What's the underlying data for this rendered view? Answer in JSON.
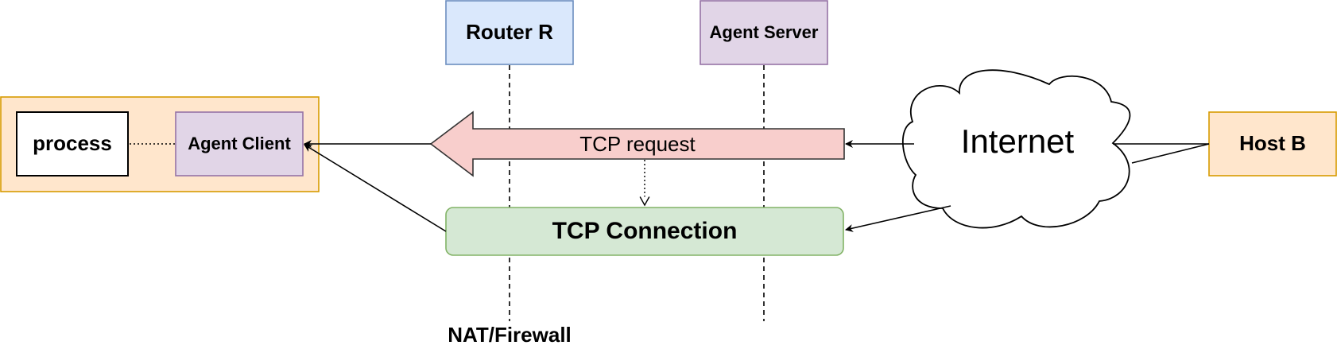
{
  "nodes": {
    "router": {
      "label": "Router R"
    },
    "agent_server": {
      "label": "Agent Server"
    },
    "process": {
      "label": "process"
    },
    "agent_client": {
      "label": "Agent Client"
    },
    "tcp_request": {
      "label": "TCP request"
    },
    "tcp_connection": {
      "label": "TCP Connection"
    },
    "internet": {
      "label": "Internet"
    },
    "host_b": {
      "label": "Host B"
    },
    "nat_firewall": {
      "label": "NAT/Firewall"
    }
  },
  "colors": {
    "router_fill": "#dae8fc",
    "router_stroke": "#6c8ebf",
    "agent_fill": "#e1d5e7",
    "agent_stroke": "#9673a6",
    "host_fill": "#ffe6cc",
    "host_stroke": "#d79b00",
    "request_fill": "#f8cecc",
    "connection_fill": "#d5e8d4",
    "connection_stroke": "#82b366"
  }
}
